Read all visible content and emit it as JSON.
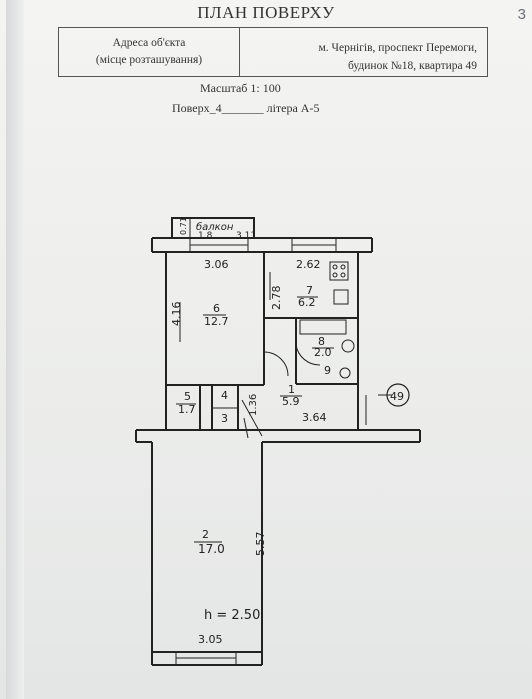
{
  "page": {
    "title": "ПЛАН ПОВЕРХУ",
    "corner_number": "3",
    "address_label_1": "Адреса об'єкта",
    "address_label_2": "(місце розташування)",
    "address_value_1": "м. Чернігів, проспект Перемоги,",
    "address_value_2": "будинок №18, квартира 49",
    "scale": "Масштаб 1: 100",
    "floor_label": "Поверх_4_______ літера  А-5"
  },
  "plan": {
    "balcony": {
      "label": "балкон",
      "dim_top": "1.8",
      "dim_right": "3.11",
      "dim_left": "0.71"
    },
    "rooms": [
      {
        "num": "6",
        "area": "12.7"
      },
      {
        "num": "7",
        "area": "6.2"
      },
      {
        "num": "8",
        "area": "2.0"
      },
      {
        "num": "9",
        "area": ""
      },
      {
        "num": "1",
        "area": "5.9"
      },
      {
        "num": "5",
        "area": "1.7"
      },
      {
        "num": "4",
        "area": ""
      },
      {
        "num": "3",
        "area": ""
      },
      {
        "num": "2",
        "area": "17.0"
      }
    ],
    "dims": {
      "room6_width": "3.06",
      "room6_length": "4.16",
      "kitchen_width": "2.62",
      "kitchen_length": "2.78",
      "hall_width": "3.64",
      "room4_length": "1.36",
      "room2_length": "5.57",
      "room2_width": "3.05"
    },
    "ceiling_height": "h = 2.50",
    "apartment_number": "49"
  }
}
